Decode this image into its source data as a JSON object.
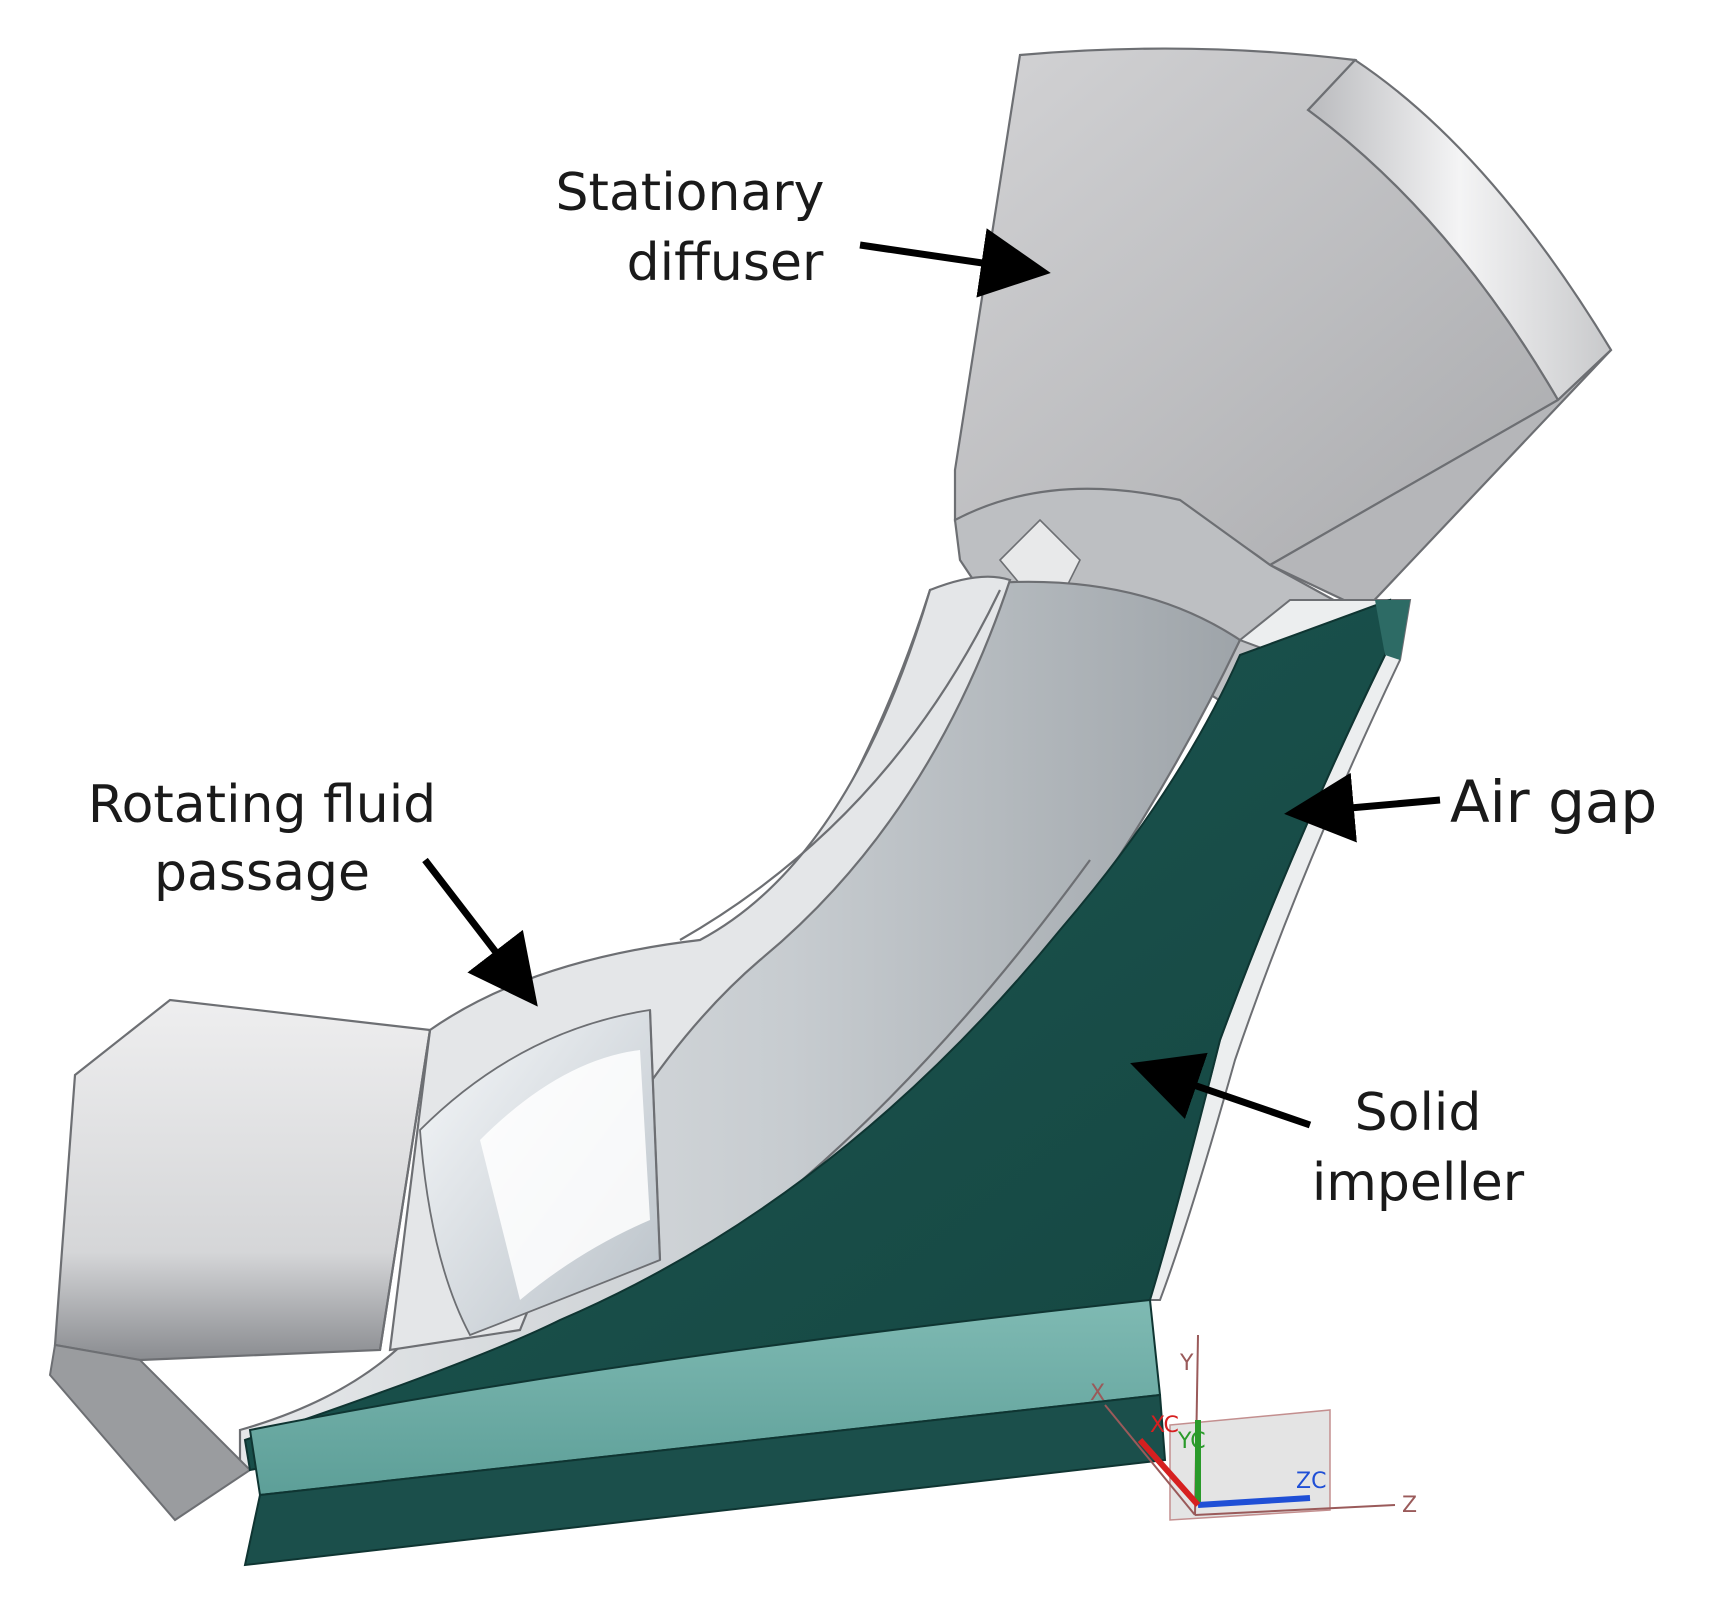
{
  "labels": {
    "stationary_diffuser": [
      "Stationary",
      "diffuser"
    ],
    "rotating_fluid_passage": [
      "Rotating fluid",
      "passage"
    ],
    "air_gap": "Air gap",
    "solid_impeller": [
      "Solid",
      "impeller"
    ]
  },
  "triad": {
    "xc": "XC",
    "yc": "YC",
    "zc": "ZC",
    "x": "X",
    "y": "Y",
    "z": "Z"
  },
  "colors": {
    "background": "#ffffff",
    "diffuser_face": "#c6c6c8",
    "diffuser_side": "#dfe0e2",
    "fluid_passage": "#d9dde0",
    "impeller_dark": "#1d5651",
    "impeller_light": "#6aaaa3",
    "arrow": "#000000",
    "axis_x": "#d62020",
    "axis_y": "#2a9a2a",
    "axis_z": "#1f4fd6"
  },
  "icons": [
    "label-arrow-icon",
    "coordinate-triad-icon"
  ]
}
